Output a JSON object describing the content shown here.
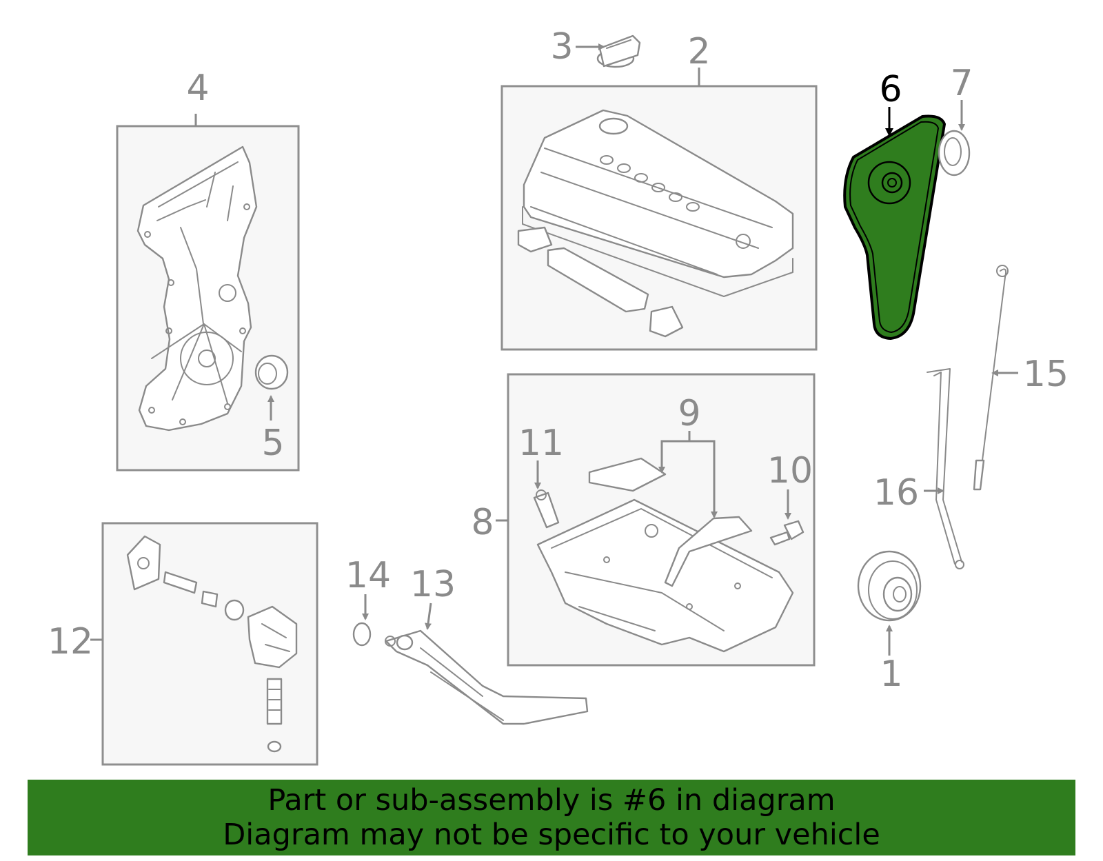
{
  "callouts": {
    "c1": "1",
    "c2": "2",
    "c3": "3",
    "c4": "4",
    "c5": "5",
    "c6": "6",
    "c7": "7",
    "c8": "8",
    "c9": "9",
    "c10": "10",
    "c11": "11",
    "c12": "12",
    "c13": "13",
    "c14": "14",
    "c15": "15",
    "c16": "16"
  },
  "highlight": {
    "part_number": "6",
    "color": "#2f7d1e",
    "outline_color": "#000000"
  },
  "banner": {
    "line1": "Part or sub-assembly is #6 in diagram",
    "line2": "Diagram may not be specific to your vehicle",
    "background": "#2f7d1e"
  }
}
